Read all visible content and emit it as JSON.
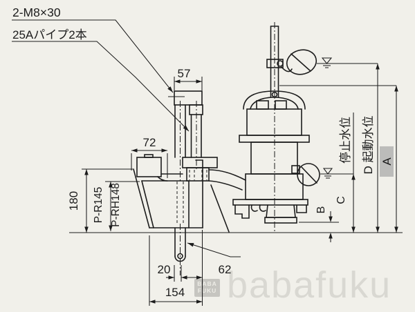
{
  "callouts": {
    "bolts": "2-M8×30",
    "pipes": "25Aパイプ2本"
  },
  "dimensions": {
    "socket_width": "57",
    "lid_width": "72",
    "tank_height": "180",
    "model_1": "P-R145",
    "model_2": "P-RH148",
    "pipe_offset": "20",
    "pipe_to_edge": "62",
    "base_width": "154"
  },
  "levels": {
    "stop_level": "停止水位",
    "start_level": "D 起動水位",
    "dim_a": "A",
    "dim_b": "B",
    "dim_c": "C"
  },
  "watermark": {
    "name": "babafuku",
    "logo_top": "BABA",
    "logo_bottom": "FUKU"
  },
  "colors": {
    "paper": "#f1f0ea",
    "line": "#1c1c1c",
    "highlight": "#bcbcba",
    "watermark": "#d9d8d2"
  }
}
